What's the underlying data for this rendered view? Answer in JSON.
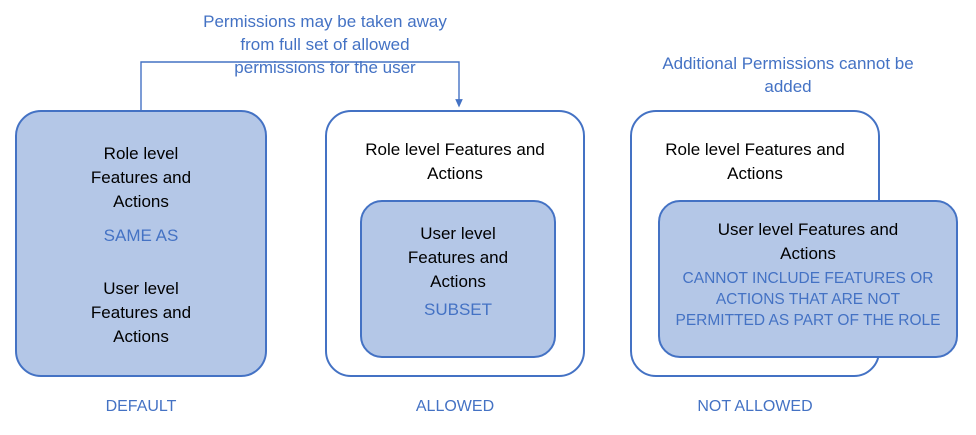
{
  "diagram": {
    "accent_color": "#4472C4",
    "fill_color": "#B4C7E7",
    "text_color": "#000000",
    "background": "#ffffff",
    "captions": {
      "left": "Permissions may be taken away\nfrom full set of allowed\npermissions for the user",
      "right": "Additional Permissions cannot be\nadded"
    },
    "columns": [
      {
        "id": "default",
        "bottom_label": "DEFAULT",
        "outer": {
          "style": "filled",
          "lines": [
            {
              "text": "Role level\nFeatures and\nActions",
              "accent": false
            },
            {
              "text": "SAME AS",
              "accent": true
            },
            {
              "text": "User level\nFeatures and\nActions",
              "accent": false
            }
          ]
        },
        "inner": null
      },
      {
        "id": "allowed",
        "bottom_label": "ALLOWED",
        "outer": {
          "style": "hollow",
          "lines": [
            {
              "text": "Role level Features and\nActions",
              "accent": false
            }
          ]
        },
        "inner": {
          "style": "filled",
          "lines": [
            {
              "text": "User level\nFeatures and\nActions",
              "accent": false
            },
            {
              "text": "SUBSET",
              "accent": true
            }
          ]
        }
      },
      {
        "id": "not-allowed",
        "bottom_label": "NOT ALLOWED",
        "outer": {
          "style": "hollow",
          "lines": [
            {
              "text": "Role level Features and\nActions",
              "accent": false
            }
          ]
        },
        "inner": {
          "style": "filled",
          "lines": [
            {
              "text": "User level Features and\nActions",
              "accent": false
            },
            {
              "text": "CANNOT INCLUDE FEATURES OR\nACTIONS THAT ARE NOT\nPERMITTED AS PART OF THE ROLE",
              "accent": true
            }
          ]
        }
      }
    ]
  }
}
